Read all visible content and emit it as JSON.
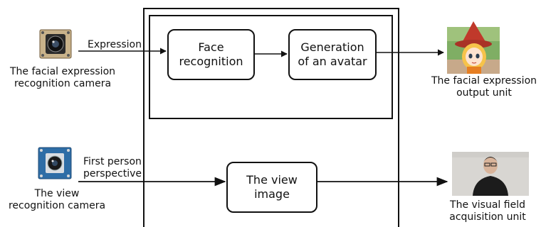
{
  "camera_expression": {
    "label": "The facial expression\nrecognition camera",
    "icon": "usb-camera-board-icon"
  },
  "camera_view": {
    "label": "The view\nrecognition camera",
    "icon": "usb-camera-board-icon"
  },
  "edges": {
    "expression": "Expression",
    "first_person": "First person\nperspective"
  },
  "nodes": {
    "face_recognition": "Face\nrecognition",
    "avatar_generation": "Generation\nof an avatar",
    "view_image": "The view\nimage"
  },
  "outputs": {
    "facial_output": "The facial expression\noutput unit",
    "visual_field": "The visual field\nacquisition unit"
  },
  "colors": {
    "line": "#111111",
    "background": "#ffffff"
  }
}
